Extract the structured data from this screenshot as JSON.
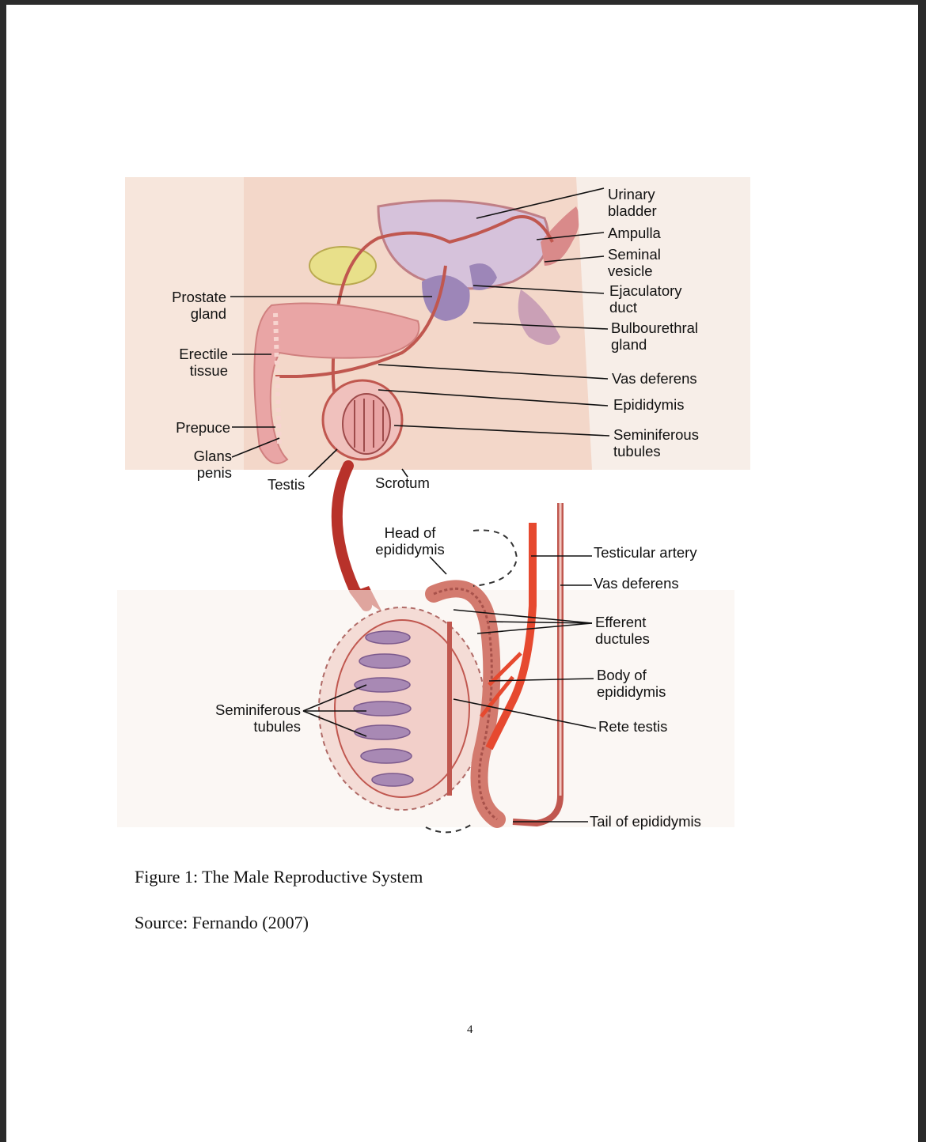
{
  "figure": {
    "labels": {
      "urinary_bladder": "Urinary\nbladder",
      "ampulla": "Ampulla",
      "seminal_vesicle": "Seminal\nvesicle",
      "ejaculatory_duct": "Ejaculatory\nduct",
      "bulbourethral_gland": "Bulbourethral\ngland",
      "vas_deferens_top": "Vas deferens",
      "epididymis": "Epididymis",
      "seminiferous_tubules_top": "Seminiferous\ntubules",
      "prostate_gland": "Prostate\ngland",
      "erectile_tissue": "Erectile\ntissue",
      "prepuce": "Prepuce",
      "glans_penis": "Glans\npenis",
      "testis": "Testis",
      "scrotum": "Scrotum",
      "head_of_epididymis": "Head of\nepididymis",
      "testicular_artery": "Testicular artery",
      "vas_deferens_bottom": "Vas deferens",
      "efferent_ductules": "Efferent\nductules",
      "body_of_epididymis": "Body of\nepididymis",
      "rete_testis": "Rete testis",
      "seminiferous_tubules_bottom": "Seminiferous\ntubules",
      "tail_of_epididymis": "Tail of epididymis"
    },
    "caption": "Figure 1: The Male Reproductive System",
    "source": "Source: Fernando (2007)"
  },
  "page_number": "4",
  "colors": {
    "tissue_pink": "#e9a5a5",
    "tissue_light": "#f3d7c9",
    "organ_purple": "#9d86b8",
    "gland_yellow": "#e8e08a",
    "artery_red": "#e6492f",
    "arrow_red": "#b8322a",
    "duct_dark": "#c0574f"
  }
}
